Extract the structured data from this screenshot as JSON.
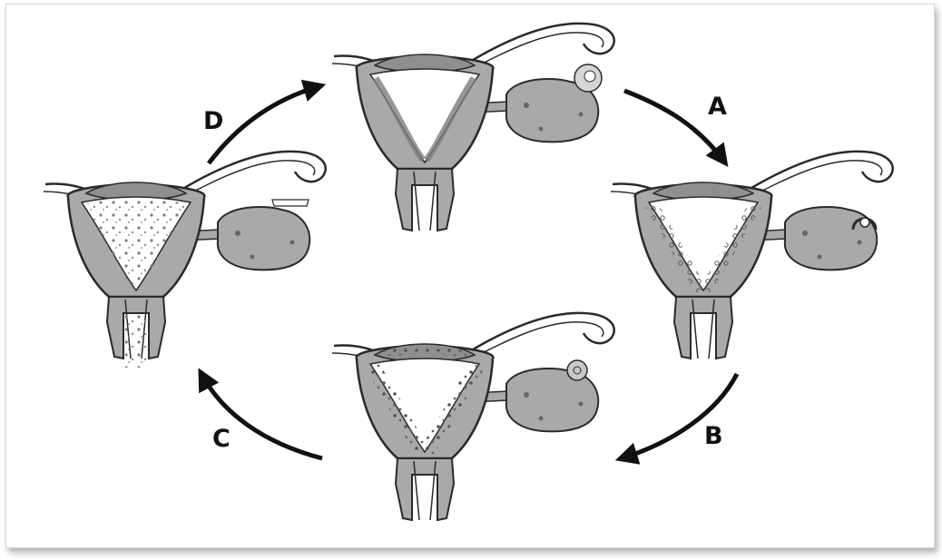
{
  "labels": {
    "a": "A",
    "b": "B",
    "c": "C",
    "d": "D"
  },
  "colors": {
    "tissue": "#a9a9a9",
    "tissue_dark": "#8f8f8f",
    "lining": "#7d7d7d",
    "outline": "#2a2a2a",
    "arrow": "#111111"
  }
}
